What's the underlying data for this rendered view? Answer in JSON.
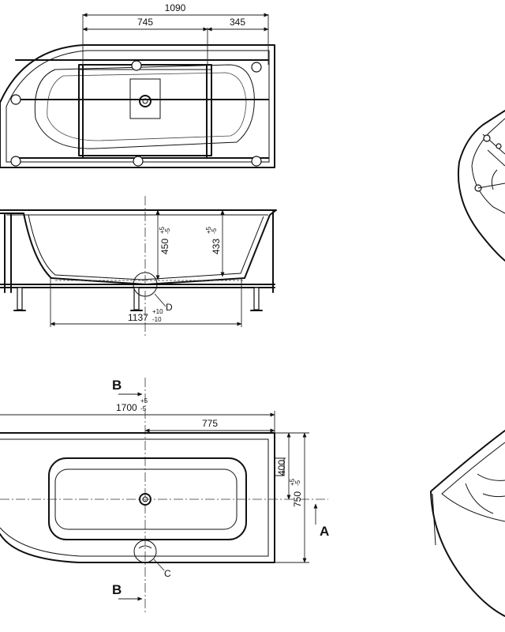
{
  "top_view": {
    "dims": {
      "overall": "1090",
      "left": "745",
      "right": "345"
    }
  },
  "side_view": {
    "dims": {
      "height_main": "450",
      "height_main_tol_up": "+5",
      "height_main_tol_low": "-5",
      "height_rim": "433",
      "height_rim_tol_up": "+5",
      "height_rim_tol_low": "-5",
      "length": "1137",
      "length_tol_up": "+10",
      "length_tol_low": "-10"
    },
    "drain_mark": "D"
  },
  "plan_view": {
    "dims": {
      "length": "1700",
      "length_tol_up": "+5",
      "length_tol_low": "-5",
      "drain_offset": "775",
      "inner_width": "400",
      "width": "750",
      "width_tol_up": "+5",
      "width_tol_low": "-5"
    },
    "overflow_mark": "C",
    "section_labels": {
      "top": "B",
      "bottom": "B",
      "side": "A"
    }
  },
  "colors": {
    "line": "#111111",
    "background": "#ffffff"
  }
}
